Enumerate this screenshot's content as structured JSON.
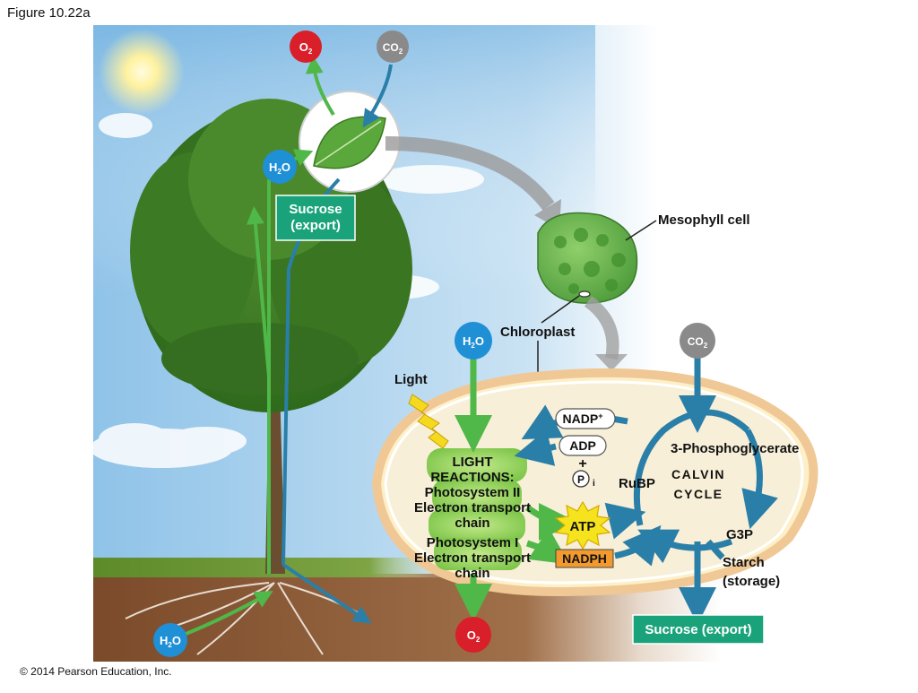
{
  "figure_title": "Figure 10.22a",
  "copyright": "© 2014 Pearson Education, Inc.",
  "plant": {
    "o2": {
      "main": "O",
      "sub": "2"
    },
    "co2": {
      "main": "CO",
      "sub": "2"
    },
    "h2o_leaf": {
      "main": "H",
      "sub": "2",
      "tail": "O"
    },
    "h2o_root": {
      "main": "H",
      "sub": "2",
      "tail": "O"
    },
    "sucrose_line1": "Sucrose",
    "sucrose_line2": "(export)"
  },
  "labels": {
    "mesophyll": "Mesophyll cell",
    "chloroplast": "Chloroplast",
    "light": "Light"
  },
  "chloroplast": {
    "h2o_in": {
      "main": "H",
      "sub": "2",
      "tail": "O"
    },
    "co2_in": {
      "main": "CO",
      "sub": "2"
    },
    "o2_out": {
      "main": "O",
      "sub": "2"
    },
    "nadp": {
      "main": "NADP",
      "sup": "+"
    },
    "adp": "ADP",
    "plus": "+",
    "pi": {
      "circle": "P",
      "sub": "i"
    },
    "atp": "ATP",
    "nadph": "NADPH",
    "light_reactions": [
      "LIGHT",
      "REACTIONS:",
      "Photosystem II",
      "Electron transport",
      "chain",
      "Photosystem I",
      "Electron transport",
      "chain"
    ],
    "calvin": [
      "CALVIN",
      "CYCLE"
    ],
    "rubp": "RuBP",
    "pga": "3-Phosphoglycerate",
    "g3p": "G3P",
    "starch": [
      "Starch",
      "(storage)"
    ],
    "sucrose_export": "Sucrose (export)"
  },
  "colors": {
    "o2": "#d91f2a",
    "co2": "#8a8a8a",
    "h2o": "#1f8fd6",
    "sucrose": "#1aa37a",
    "green_arrow": "#4fb848",
    "blue_arrow": "#2a7fa8",
    "atp": "#f4e31d",
    "nadph": "#f29a2e"
  }
}
